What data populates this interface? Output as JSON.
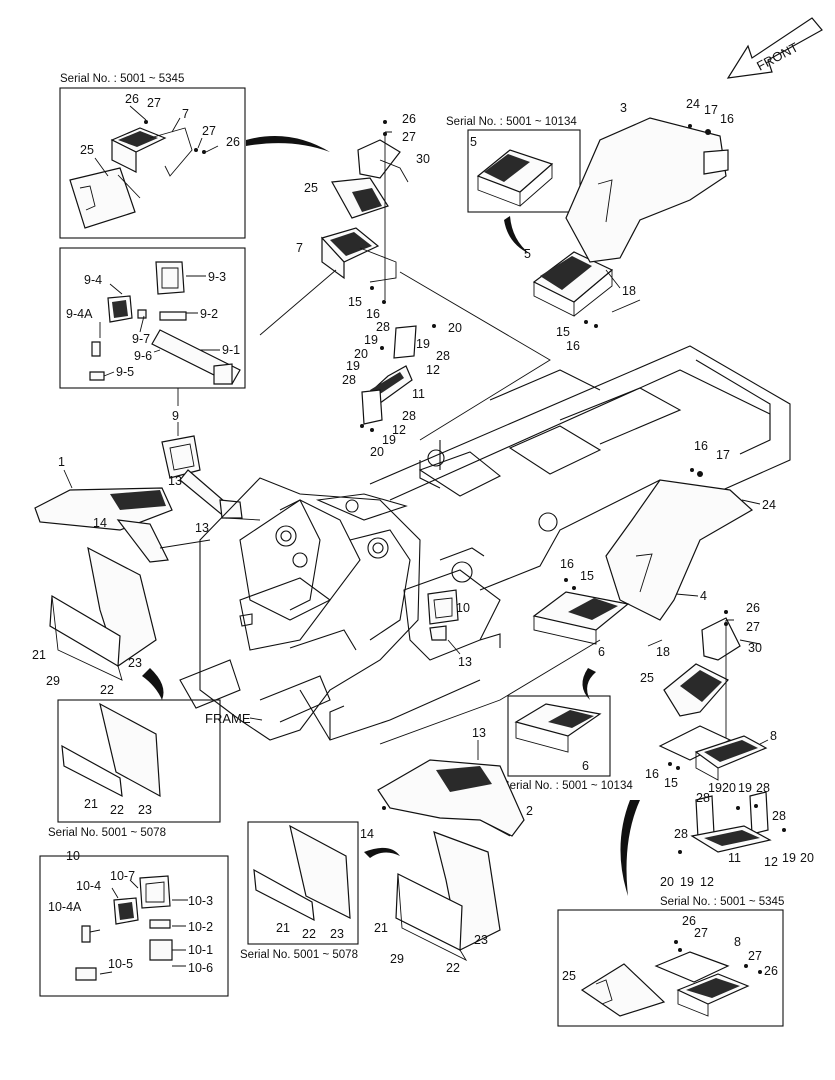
{
  "front_label": "FRONT",
  "frame_label": "FRAME",
  "serials": {
    "s_5001_5345": "Serial No. : 5001 ~ 5345",
    "s_5001_10134": "Serial No. : 5001 ~ 10134",
    "s_5001_5078": "Serial No. 5001 ~ 5078",
    "s_5001_10134_b": "Serial No. : 5001 ~ 10134",
    "s_5001_5345_b": "Serial No. : 5001 ~ 5345"
  },
  "box10_title": "10",
  "labels": {
    "n1": "1",
    "n2": "2",
    "n3": "3",
    "n4": "4",
    "n5": "5",
    "n6": "6",
    "n7": "7",
    "n8": "8",
    "n9": "9",
    "n10": "10",
    "n11": "11",
    "n12": "12",
    "n13": "13",
    "n14": "14",
    "n15": "15",
    "n16": "16",
    "n17": "17",
    "n18": "18",
    "n19": "19",
    "n20": "20",
    "n21": "21",
    "n22": "22",
    "n23": "23",
    "n24": "24",
    "n25": "25",
    "n26": "26",
    "n27": "27",
    "n28": "28",
    "n29": "29",
    "n30": "30",
    "n9_1": "9-1",
    "n9_2": "9-2",
    "n9_3": "9-3",
    "n9_4": "9-4",
    "n9_4A": "9-4A",
    "n9_5": "9-5",
    "n9_6": "9-6",
    "n9_7": "9-7",
    "n10_1": "10-1",
    "n10_2": "10-2",
    "n10_3": "10-3",
    "n10_4": "10-4",
    "n10_4A": "10-4A",
    "n10_5": "10-5",
    "n10_6": "10-6",
    "n10_7": "10-7"
  }
}
